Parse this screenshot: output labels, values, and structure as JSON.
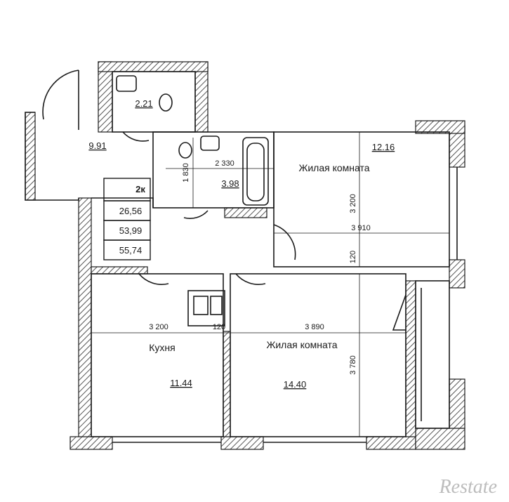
{
  "summary": {
    "rooms": "2к",
    "living_area": "26,56",
    "total_area": "53,99",
    "total_with_balcony": "55,74"
  },
  "rooms": {
    "bathroom_area": "2.21",
    "balcony_area": "9.91",
    "bath_area": "3.98",
    "bedroom_top_area": "12.16",
    "bedroom_top_label": "Жилая комната",
    "kitchen_label": "Кухня",
    "kitchen_area": "11.44",
    "living_label": "Жилая комната",
    "living_area": "14.40"
  },
  "dimensions": {
    "bath_width": "2 330",
    "bath_depth": "1 830",
    "bedroom_height": "3 200",
    "bedroom_width": "3 910",
    "wall_gap": "120",
    "kitchen_width": "3 200",
    "kitchen_gap": "120",
    "living_width": "3 890",
    "living_height": "3 780"
  },
  "watermark": "Restate",
  "colors": {
    "wall": "#1a1a1a",
    "hatch": "#555555",
    "background": "#ffffff"
  }
}
